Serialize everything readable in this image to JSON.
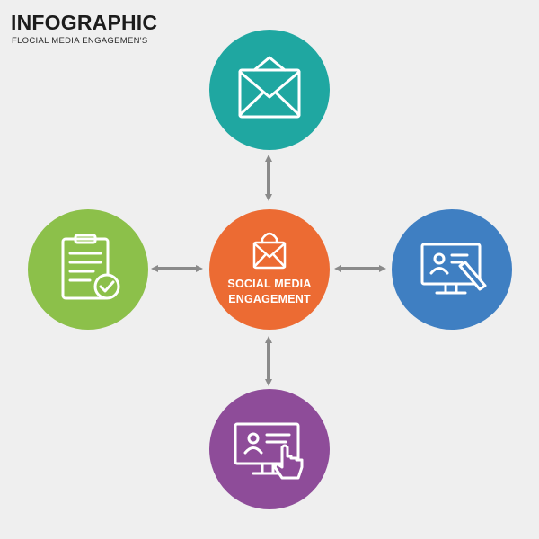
{
  "header": {
    "title": "INFOGRAPHIC",
    "subtitle": "FLOCIAL MEDIA ENGAGEMEN'S"
  },
  "center": {
    "label_line1": "SOCIAL MEDIA",
    "label_line2": "ENGAGEMENT",
    "color": "#ec6b33",
    "icon": "envelope-lock-icon"
  },
  "nodes": [
    {
      "position": "top",
      "color": "#1fa7a1",
      "icon": "envelope-icon"
    },
    {
      "position": "left",
      "color": "#8cc04a",
      "icon": "clipboard-check-icon"
    },
    {
      "position": "right",
      "color": "#3f7fc2",
      "icon": "monitor-profile-pen-icon"
    },
    {
      "position": "bottom",
      "color": "#8e4c99",
      "icon": "monitor-profile-hand-icon"
    }
  ],
  "connector_color": "#8a8a8a"
}
